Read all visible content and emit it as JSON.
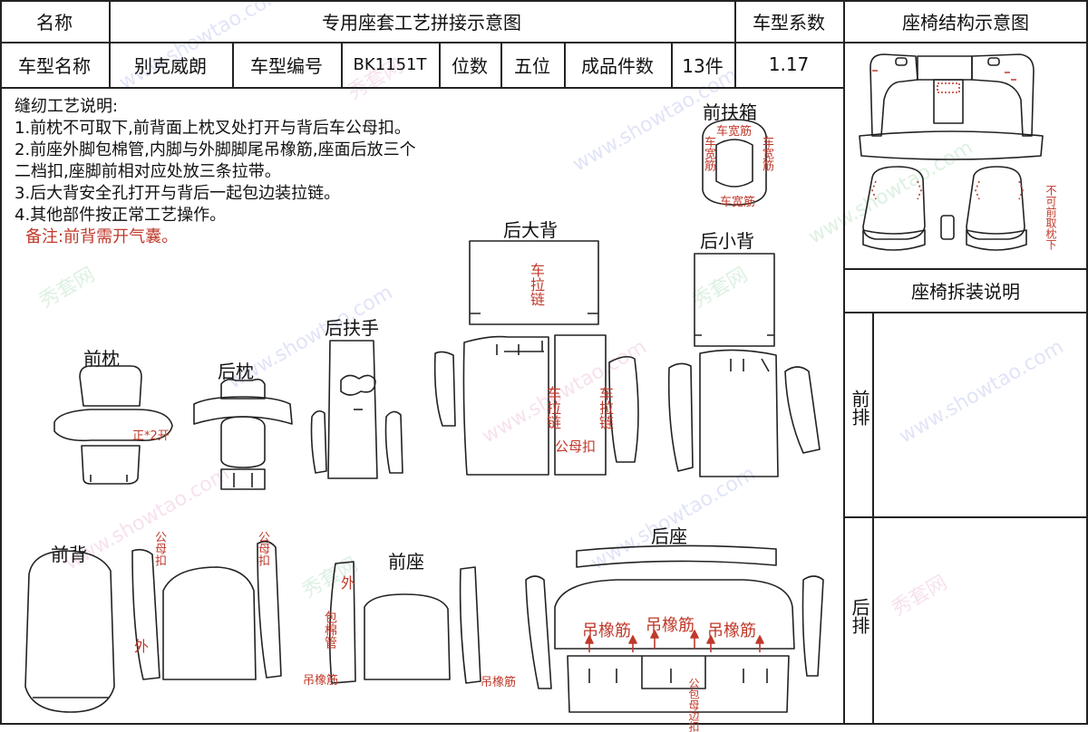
{
  "header": {
    "name_label": "名称",
    "title": "专用座套工艺拼接示意图",
    "coef_label": "车型系数",
    "struct_title": "座椅结构示意图"
  },
  "row2": {
    "model_name_label": "车型名称",
    "model_name": "别克威朗",
    "model_no_label": "车型编号",
    "model_no": "BK1151T",
    "seats_label": "位数",
    "seats": "五位",
    "pieces_label": "成品件数",
    "pieces": "13件",
    "coef": "1.17"
  },
  "notes": {
    "title": "缝纫工艺说明:",
    "items": [
      "1.前枕不可取下,前背面上枕叉处打开与背后车公母扣。",
      "2.前座外脚包棉管,内脚与外脚脚尾吊橡筋,座面后放三个",
      "二档扣,座脚前相对应处放三条拉带。",
      "3.后大背安全孔打开与背后一起包边装拉链。",
      "4.其他部件按正常工艺操作。"
    ],
    "remark": "备注:前背需开气囊。"
  },
  "side": {
    "disassembly_title": "座椅拆装说明",
    "front_row": "前排",
    "rear_row": "后排",
    "no_headrest": "不可前取枕下"
  },
  "parts": {
    "front_armrest_box": "前扶箱",
    "rear_big_back": "后大背",
    "rear_small_back": "后小背",
    "rear_armrest": "后扶手",
    "front_headrest": "前枕",
    "rear_headrest": "后枕",
    "front_back": "前背",
    "front_seat": "前座",
    "rear_seat": "后座"
  },
  "annotations": {
    "car_wide_rib_top": "车宽筋",
    "car_wide_rib_bottom": "车宽筋",
    "car_wide_rib_left": "车宽筋",
    "car_wide_rib_right": "车宽筋",
    "zipper_big_back": "车拉链",
    "zipper_left": "车拉链",
    "zipper_right": "车拉链",
    "male_female_buckle": "公母扣",
    "headrest_open": "正*2开",
    "male_female_buckle_left": "公母扣",
    "male_female_buckle_right": "公母扣",
    "outer_left": "外",
    "outer_seat": "外",
    "cotton_tube": "包棉管",
    "rubber_band_left": "吊橡筋",
    "rubber_band_right": "吊橡筋",
    "rubber_band_1": "吊橡筋",
    "rubber_band_2": "吊橡筋",
    "rubber_band_3": "吊橡筋",
    "binding_buckle": "公包母边扣"
  },
  "watermark": {
    "brand": "秀套网",
    "url": "www.showtao.com"
  },
  "colors": {
    "annotation": "#c0392b",
    "grid": "#222222"
  }
}
